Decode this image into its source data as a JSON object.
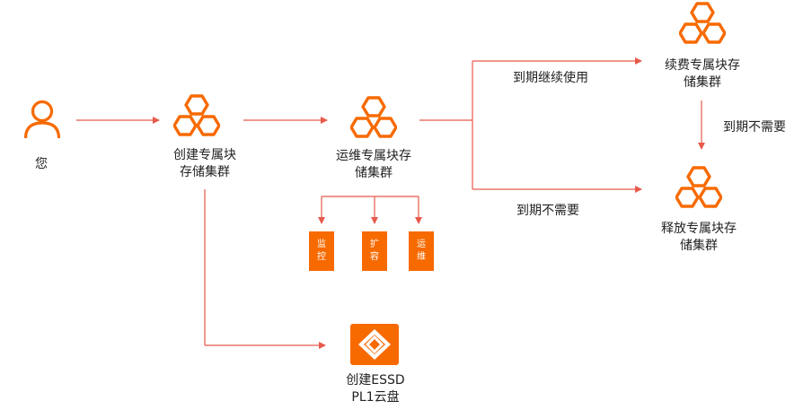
{
  "colors": {
    "accent": "#f76a00",
    "line": "#e8594a",
    "text": "#222222"
  },
  "nodes": {
    "you": {
      "label": "您",
      "icon": "user-icon"
    },
    "create_cluster": {
      "line1": "创建专属块",
      "line2": "存储集群",
      "icon": "hexagon-cluster-icon"
    },
    "operate_cluster": {
      "line1": "运维专属块存",
      "line2": "储集群",
      "icon": "hexagon-cluster-icon"
    },
    "renew_cluster": {
      "line1": "续费专属块存",
      "line2": "储集群",
      "icon": "hexagon-cluster-icon"
    },
    "release_cluster": {
      "line1": "释放专属块存",
      "line2": "储集群",
      "icon": "hexagon-cluster-icon"
    },
    "create_disk": {
      "line1": "创建ESSD",
      "line2": "PL1云盘",
      "icon": "cloud-disk-icon"
    }
  },
  "operations": [
    {
      "line1": "监",
      "line2": "控"
    },
    {
      "line1": "扩",
      "line2": "容"
    },
    {
      "line1": "运",
      "line2": "维"
    }
  ],
  "edges": {
    "continue_use": "到期继续使用",
    "not_needed_bottom": "到期不需要",
    "not_needed_right": "到期不需要"
  }
}
